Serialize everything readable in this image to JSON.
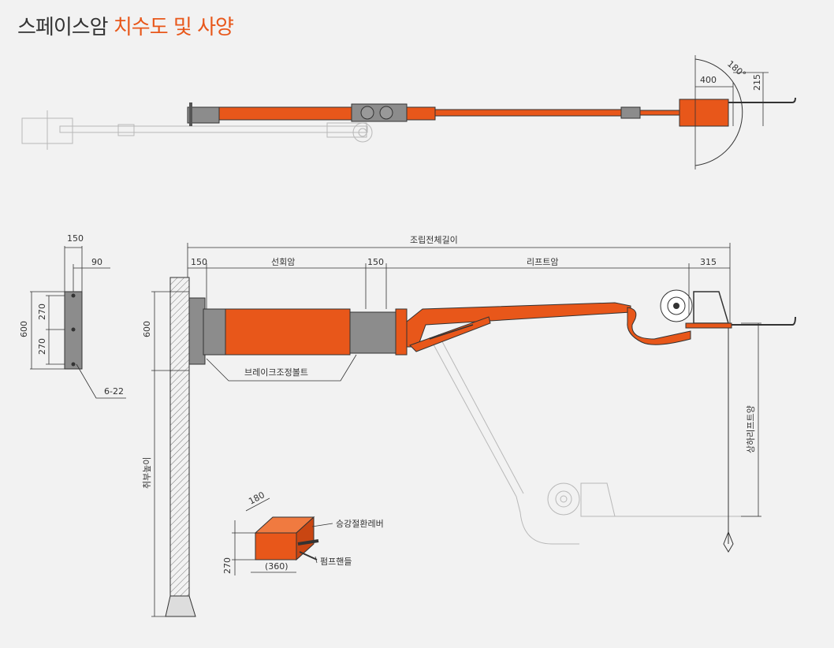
{
  "title": {
    "main": "스페이스암",
    "accent": "치수도 및 사양"
  },
  "top_view": {
    "dim_400": "400",
    "dim_215": "215",
    "angle": "180°"
  },
  "wall_plate": {
    "dim_150": "150",
    "dim_90": "90",
    "dim_600": "600",
    "dim_270_top": "270",
    "dim_270_bottom": "270",
    "bolt_spec": "6-22"
  },
  "side_view": {
    "total_length": "조립전체길이",
    "dim_150_a": "150",
    "swing_arm": "선회암",
    "dim_150_b": "150",
    "lift_arm": "리프트암",
    "dim_315": "315",
    "dim_600": "600",
    "brake_bolt": "브레이크조정볼트",
    "mount_height": "취부높이",
    "lift_stroke": "상하리프트양"
  },
  "pump_unit": {
    "dim_180": "180",
    "dim_270": "270",
    "dim_360": "(360)",
    "lever": "승강절환레버",
    "handle": "펌프핸들"
  },
  "colors": {
    "orange": "#e8571a",
    "ink": "#333333",
    "grey": "#8c8c8c",
    "ghost": "#b8b8b8"
  }
}
